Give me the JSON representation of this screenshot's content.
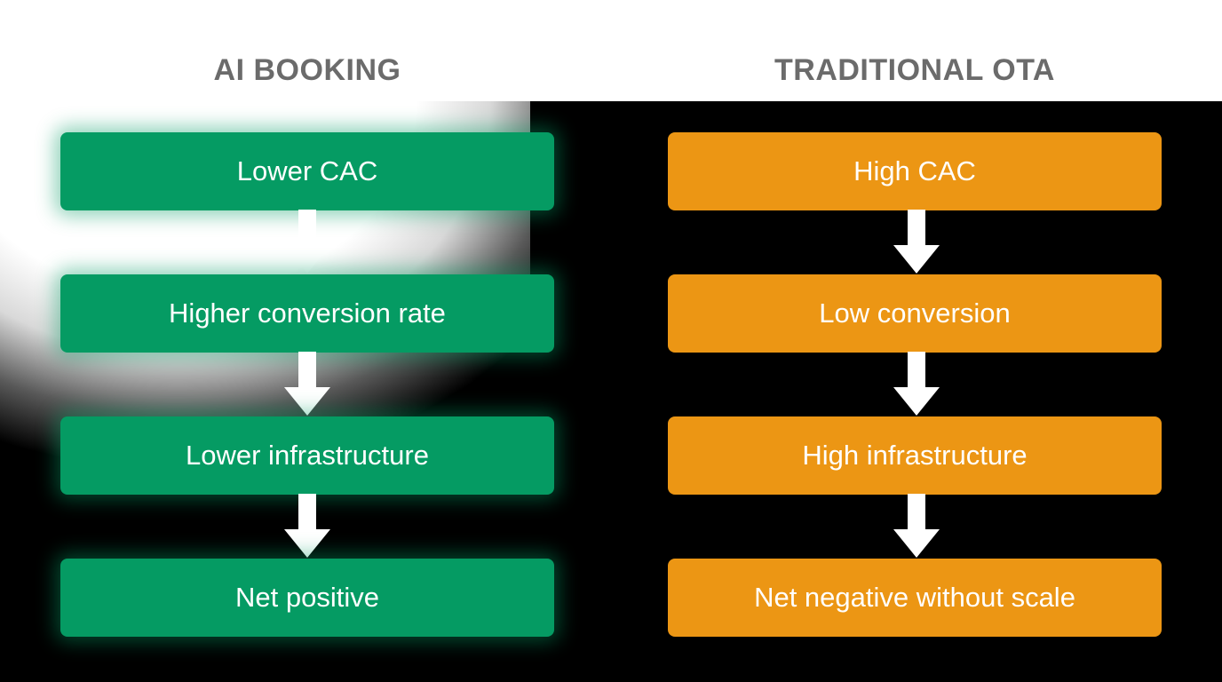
{
  "left_column": {
    "title": "AI BOOKING",
    "steps": [
      "Lower CAC",
      "Higher conversion rate",
      "Lower infrastructure",
      "Net positive"
    ]
  },
  "right_column": {
    "title": "TRADITIONAL OTA",
    "steps": [
      "High CAC",
      "Low conversion",
      "High infrastructure",
      "Net negative without scale"
    ]
  },
  "colors": {
    "left_box": "#059b63",
    "right_box": "#ec9614",
    "title_text": "#6b6b6b",
    "arrow": "#ffffff"
  },
  "icons": {
    "connector": "down-arrow-icon"
  }
}
